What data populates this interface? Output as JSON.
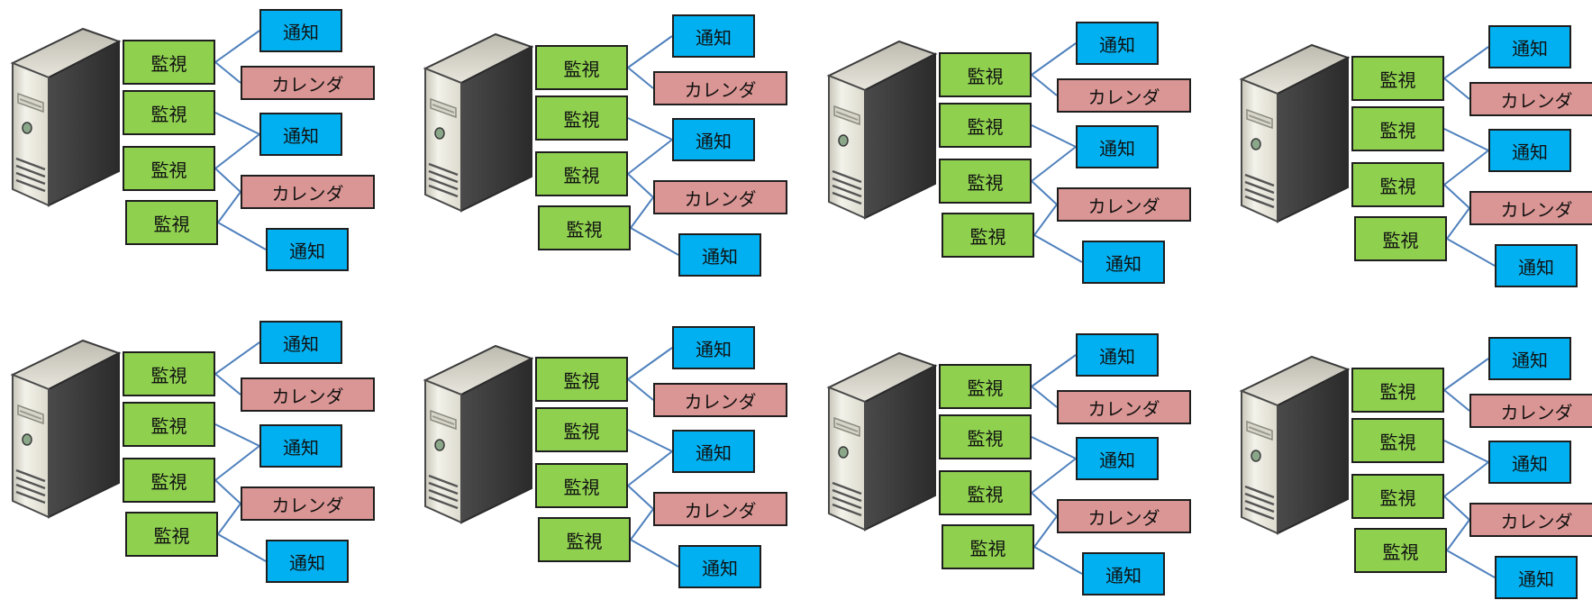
{
  "labels": {
    "monitor": "監視",
    "notify": "通知",
    "calendar": "カレンダ"
  },
  "colors": {
    "monitor_fill": "#8fd14f",
    "notify_fill": "#00b0f0",
    "calendar_fill": "#da9694",
    "connector": "#4f81bd",
    "box_border": "#1e1e1e"
  },
  "icons": {
    "server": "server-tower-icon"
  },
  "diagram": {
    "rows": 2,
    "columns": 4,
    "panel_count": 8,
    "monitors_per_panel": 4,
    "targets_per_panel": [
      "notify",
      "calendar",
      "notify",
      "calendar",
      "notify"
    ]
  }
}
